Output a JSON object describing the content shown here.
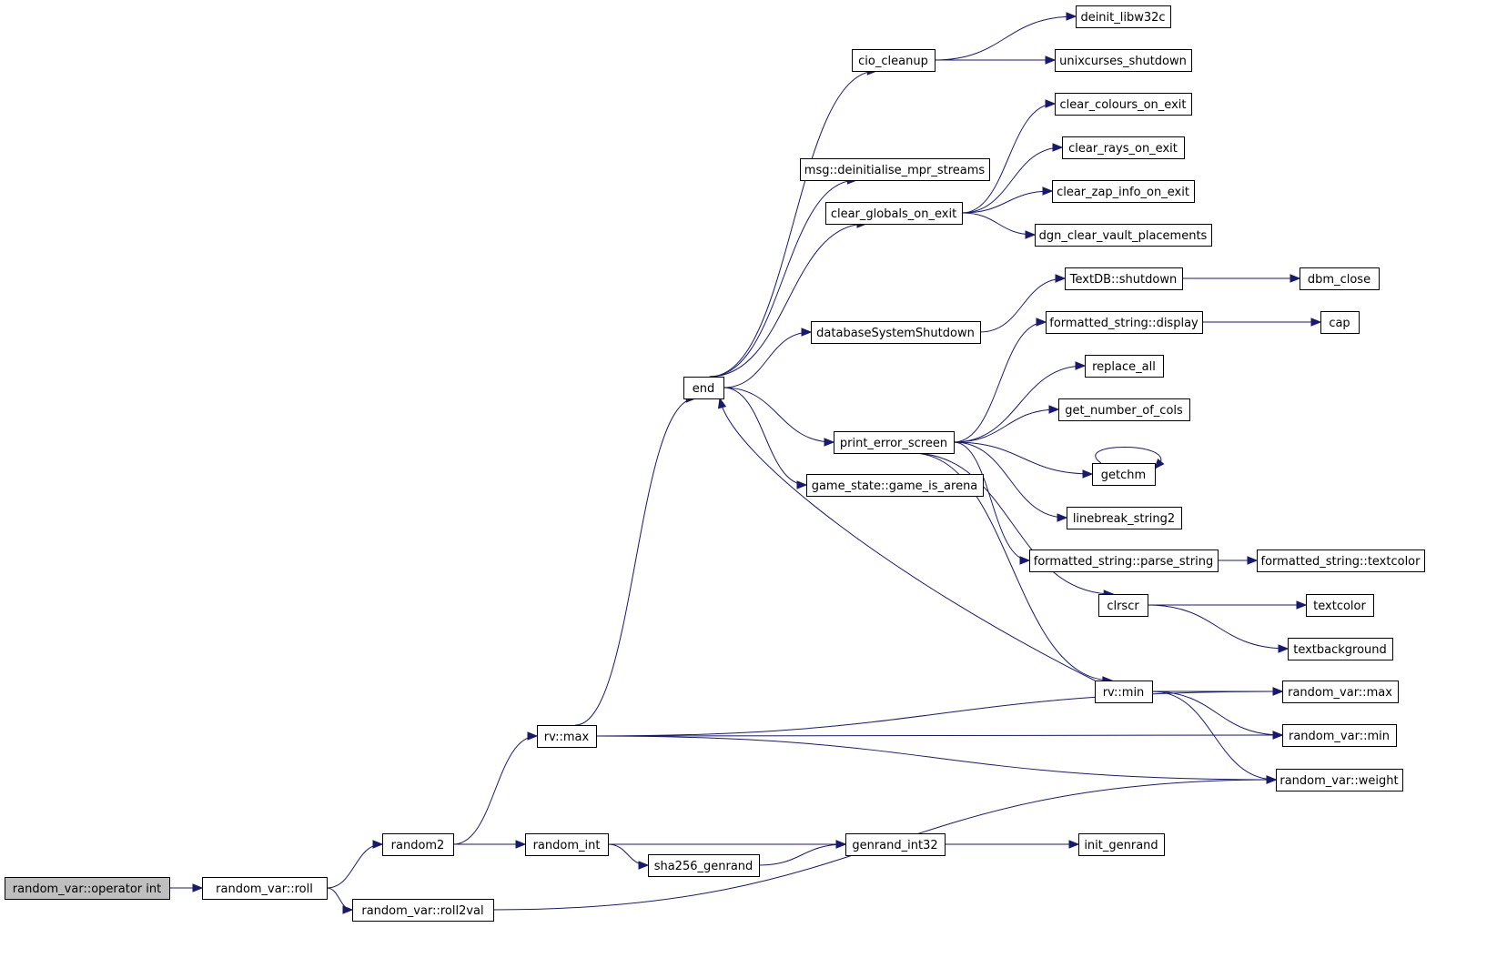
{
  "graph": {
    "nodes": [
      {
        "id": "root",
        "label": "random_var::operator int",
        "root": true
      },
      {
        "id": "roll",
        "label": "random_var::roll"
      },
      {
        "id": "random2",
        "label": "random2"
      },
      {
        "id": "roll2val",
        "label": "random_var::roll2val"
      },
      {
        "id": "rvmax",
        "label": "rv::max"
      },
      {
        "id": "random_int",
        "label": "random_int"
      },
      {
        "id": "sha256",
        "label": "sha256_genrand"
      },
      {
        "id": "genrand32",
        "label": "genrand_int32"
      },
      {
        "id": "init_genrand",
        "label": "init_genrand"
      },
      {
        "id": "end",
        "label": "end"
      },
      {
        "id": "cio_cleanup",
        "label": "cio_cleanup"
      },
      {
        "id": "deinit_libw32c",
        "label": "deinit_libw32c"
      },
      {
        "id": "unixcurses",
        "label": "unixcurses_shutdown"
      },
      {
        "id": "msg_deinit",
        "label": "msg::deinitialise_mpr_streams"
      },
      {
        "id": "clear_globals",
        "label": "clear_globals_on_exit"
      },
      {
        "id": "clear_colours",
        "label": "clear_colours_on_exit"
      },
      {
        "id": "clear_rays",
        "label": "clear_rays_on_exit"
      },
      {
        "id": "clear_zap",
        "label": "clear_zap_info_on_exit"
      },
      {
        "id": "dgn_clear",
        "label": "dgn_clear_vault_placements"
      },
      {
        "id": "dbshutdown",
        "label": "databaseSystemShutdown"
      },
      {
        "id": "textdb_shutdown",
        "label": "TextDB::shutdown"
      },
      {
        "id": "dbm_close",
        "label": "dbm_close"
      },
      {
        "id": "print_error",
        "label": "print_error_screen"
      },
      {
        "id": "fs_display",
        "label": "formatted_string::display"
      },
      {
        "id": "cap",
        "label": "cap"
      },
      {
        "id": "replace_all",
        "label": "replace_all"
      },
      {
        "id": "get_cols",
        "label": "get_number_of_cols"
      },
      {
        "id": "getchm",
        "label": "getchm"
      },
      {
        "id": "linebreak",
        "label": "linebreak_string2"
      },
      {
        "id": "fs_parse",
        "label": "formatted_string::parse_string"
      },
      {
        "id": "fs_textcolor",
        "label": "formatted_string::textcolor"
      },
      {
        "id": "clrscr",
        "label": "clrscr"
      },
      {
        "id": "textcolor",
        "label": "textcolor"
      },
      {
        "id": "textbackground",
        "label": "textbackground"
      },
      {
        "id": "game_arena",
        "label": "game_state::game_is_arena"
      },
      {
        "id": "rvmin",
        "label": "rv::min"
      },
      {
        "id": "rv_max_m",
        "label": "random_var::max"
      },
      {
        "id": "rv_min_m",
        "label": "random_var::min"
      },
      {
        "id": "rv_weight",
        "label": "random_var::weight"
      }
    ],
    "edges": [
      [
        "root",
        "roll"
      ],
      [
        "roll",
        "random2"
      ],
      [
        "roll",
        "roll2val"
      ],
      [
        "random2",
        "rvmax"
      ],
      [
        "random2",
        "random_int"
      ],
      [
        "random_int",
        "genrand32"
      ],
      [
        "random_int",
        "sha256"
      ],
      [
        "sha256",
        "genrand32"
      ],
      [
        "genrand32",
        "init_genrand"
      ],
      [
        "roll2val",
        "rv_weight"
      ],
      [
        "rvmax",
        "end"
      ],
      [
        "rvmax",
        "rv_max_m"
      ],
      [
        "rvmax",
        "rv_min_m"
      ],
      [
        "rvmax",
        "rv_weight"
      ],
      [
        "end",
        "cio_cleanup"
      ],
      [
        "end",
        "msg_deinit"
      ],
      [
        "end",
        "clear_globals"
      ],
      [
        "end",
        "dbshutdown"
      ],
      [
        "end",
        "print_error"
      ],
      [
        "end",
        "game_arena"
      ],
      [
        "cio_cleanup",
        "deinit_libw32c"
      ],
      [
        "cio_cleanup",
        "unixcurses"
      ],
      [
        "clear_globals",
        "clear_colours"
      ],
      [
        "clear_globals",
        "clear_rays"
      ],
      [
        "clear_globals",
        "clear_zap"
      ],
      [
        "clear_globals",
        "dgn_clear"
      ],
      [
        "dbshutdown",
        "textdb_shutdown"
      ],
      [
        "textdb_shutdown",
        "dbm_close"
      ],
      [
        "print_error",
        "fs_display"
      ],
      [
        "print_error",
        "replace_all"
      ],
      [
        "print_error",
        "get_cols"
      ],
      [
        "print_error",
        "getchm"
      ],
      [
        "print_error",
        "linebreak"
      ],
      [
        "print_error",
        "fs_parse"
      ],
      [
        "print_error",
        "clrscr"
      ],
      [
        "print_error",
        "rvmin"
      ],
      [
        "fs_display",
        "cap"
      ],
      [
        "getchm",
        "getchm"
      ],
      [
        "fs_parse",
        "fs_textcolor"
      ],
      [
        "clrscr",
        "textcolor"
      ],
      [
        "clrscr",
        "textbackground"
      ],
      [
        "rvmin",
        "end"
      ],
      [
        "rvmin",
        "rv_max_m"
      ],
      [
        "rvmin",
        "rv_min_m"
      ],
      [
        "rvmin",
        "rv_weight"
      ]
    ]
  }
}
